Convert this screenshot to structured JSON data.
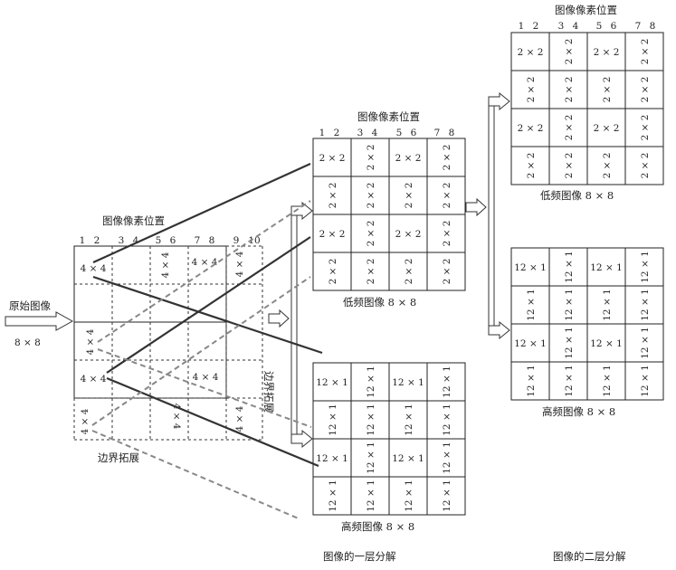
{
  "labels": {
    "pixel_position": "图像像素位置",
    "original_image": "原始图像",
    "original_size": "8 × 8",
    "boundary_extension": "边界拓展",
    "low_freq_image": "低频图像 8 × 8",
    "high_freq_image": "高频图像 8 × 8",
    "first_level": "图像的一层分解",
    "second_level": "图像的二层分解"
  },
  "cells": {
    "b4": "4 × 4",
    "b2": "2 × 2",
    "b12": "12 × 1"
  },
  "ticks": {
    "ten": [
      "1",
      "2",
      "3",
      "4",
      "5",
      "6",
      "7",
      "8",
      "9",
      "10"
    ],
    "eight": [
      "1",
      "2",
      "3",
      "4",
      "5",
      "6",
      "7",
      "8"
    ]
  }
}
